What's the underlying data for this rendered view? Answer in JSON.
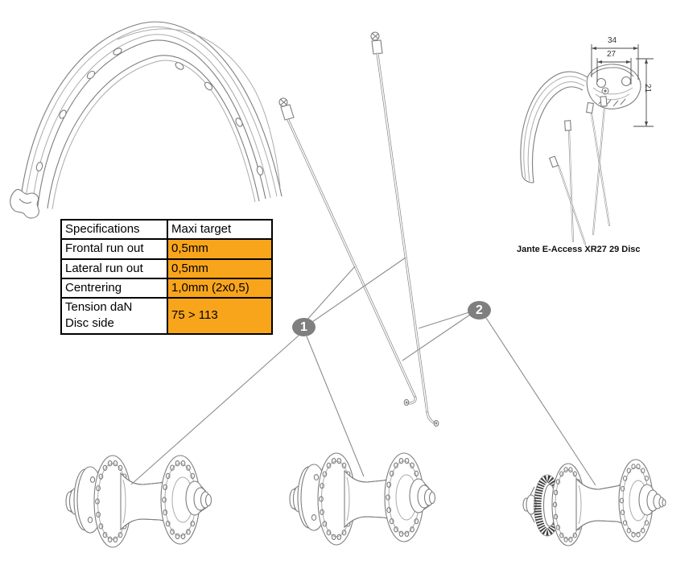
{
  "diagram": {
    "spec_table": {
      "header": {
        "col1": "Specifications",
        "col2": "Maxi target"
      },
      "rows": [
        {
          "label": "Frontal run out",
          "value": "0,5mm"
        },
        {
          "label": "Lateral run out",
          "value": "0,5mm"
        },
        {
          "label": "Centrering",
          "value": "1,0mm (2x0,5)"
        },
        {
          "label_lines": [
            "Tension daN",
            "Disc side"
          ],
          "value": "75 > 113"
        }
      ]
    },
    "callouts": [
      {
        "number": "1"
      },
      {
        "number": "2"
      }
    ],
    "rim_detail": {
      "caption": "Jante E-Access XR27 29 Disc",
      "dimensions": {
        "width_outer": "34",
        "width_inner": "27",
        "depth": "21"
      }
    },
    "colors": {
      "highlight": "#F9A51C",
      "callout": "#7F7F7F",
      "line_art": "#7E7E7E"
    }
  }
}
